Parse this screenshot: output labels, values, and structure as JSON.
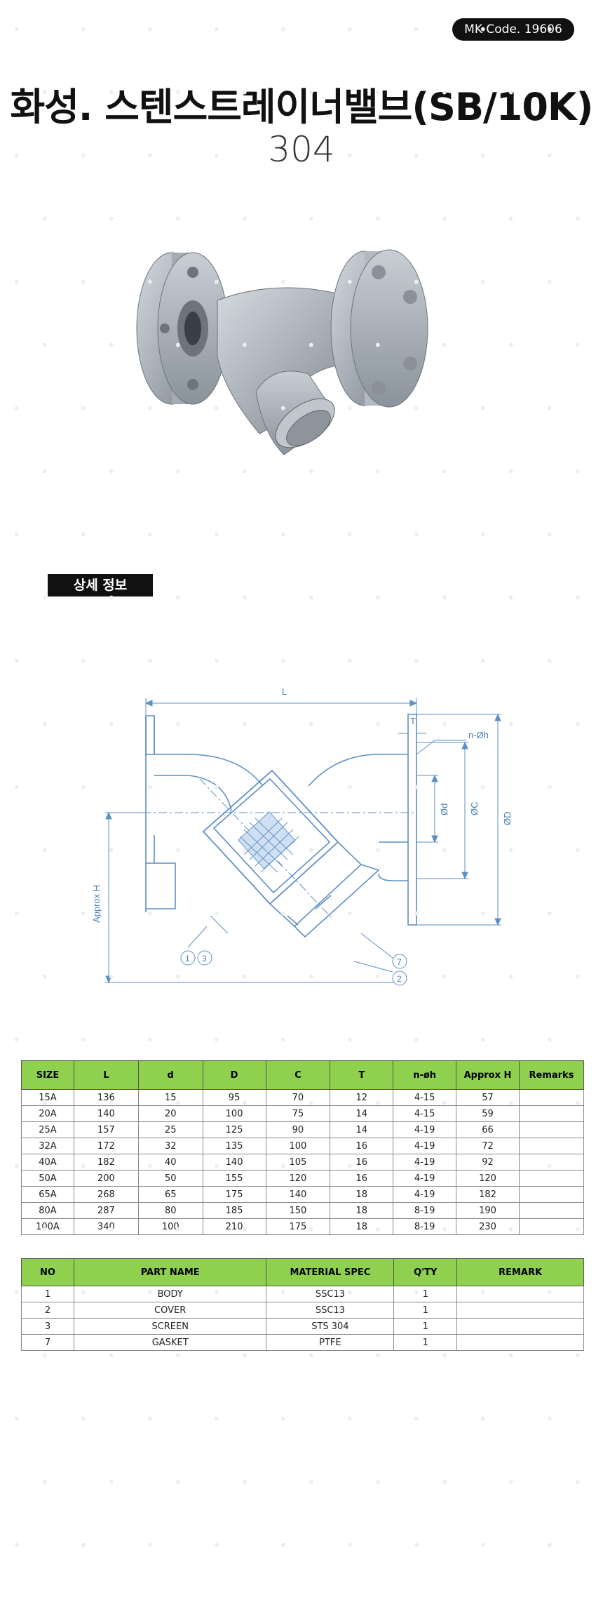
{
  "header": {
    "mk_code": "MK Code. 19606",
    "title": "화성. 스텐스트레이너밸브(SB/10K)",
    "subtitle": "304"
  },
  "section": {
    "label": "상세 정보"
  },
  "diagram": {
    "label_L": "L",
    "label_T": "T",
    "label_nh": "n-Øh",
    "label_d": "Ød",
    "label_C": "ØC",
    "label_D": "ØD",
    "label_H": "Approx H",
    "callout_1": "1",
    "callout_2": "2",
    "callout_3": "3",
    "callout_7": "7"
  },
  "dimensions_table": {
    "headers": [
      "SIZE",
      "L",
      "d",
      "D",
      "C",
      "T",
      "n-øh",
      "Approx H",
      "Remarks"
    ],
    "rows": [
      [
        "15A",
        "136",
        "15",
        "95",
        "70",
        "12",
        "4-15",
        "57",
        ""
      ],
      [
        "20A",
        "140",
        "20",
        "100",
        "75",
        "14",
        "4-15",
        "59",
        ""
      ],
      [
        "25A",
        "157",
        "25",
        "125",
        "90",
        "14",
        "4-19",
        "66",
        ""
      ],
      [
        "32A",
        "172",
        "32",
        "135",
        "100",
        "16",
        "4-19",
        "72",
        ""
      ],
      [
        "40A",
        "182",
        "40",
        "140",
        "105",
        "16",
        "4-19",
        "92",
        ""
      ],
      [
        "50A",
        "200",
        "50",
        "155",
        "120",
        "16",
        "4-19",
        "120",
        ""
      ],
      [
        "65A",
        "268",
        "65",
        "175",
        "140",
        "18",
        "4-19",
        "182",
        ""
      ],
      [
        "80A",
        "287",
        "80",
        "185",
        "150",
        "18",
        "8-19",
        "190",
        ""
      ],
      [
        "100A",
        "340",
        "100",
        "210",
        "175",
        "18",
        "8-19",
        "230",
        ""
      ]
    ]
  },
  "parts_table": {
    "headers": [
      "NO",
      "PART NAME",
      "MATERIAL SPEC",
      "Q'TY",
      "REMARK"
    ],
    "rows": [
      [
        "1",
        "BODY",
        "SSC13",
        "1",
        ""
      ],
      [
        "2",
        "COVER",
        "SSC13",
        "1",
        ""
      ],
      [
        "3",
        "SCREEN",
        "STS 304",
        "1",
        ""
      ],
      [
        "7",
        "GASKET",
        "PTFE",
        "1",
        ""
      ]
    ]
  }
}
